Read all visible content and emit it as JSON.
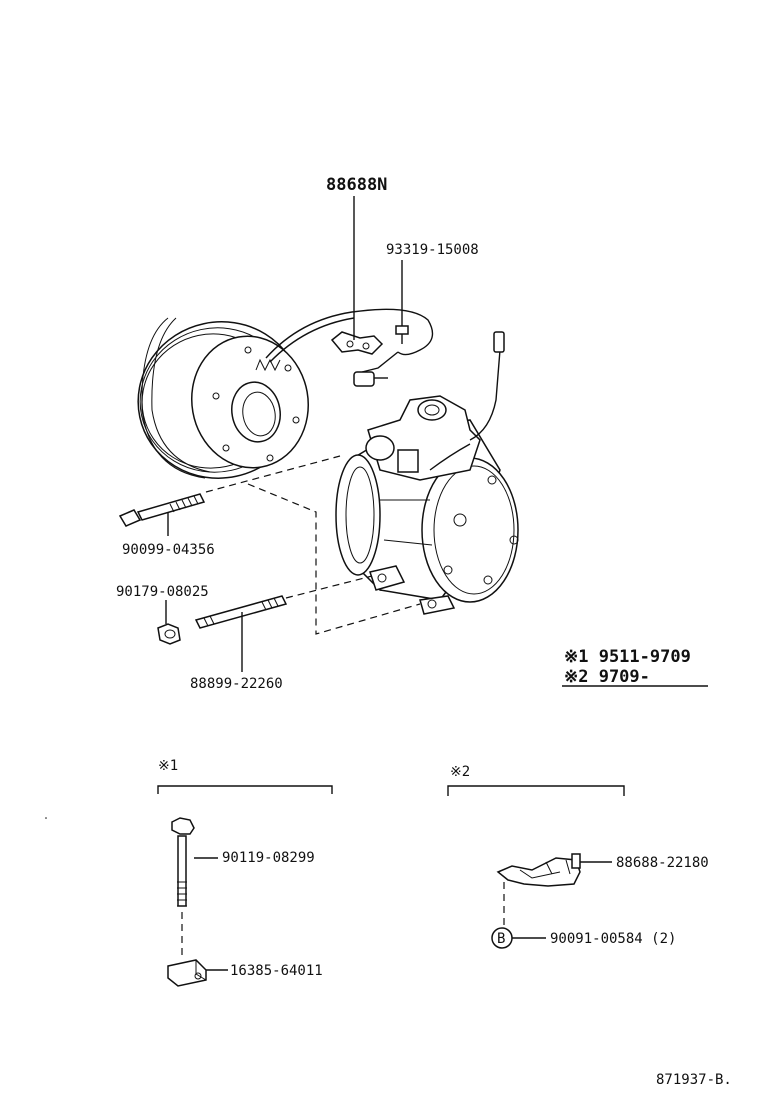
{
  "labels": {
    "p_88688N": "88688N",
    "p_93319_15008": "93319-15008",
    "p_90099_04356": "90099-04356",
    "p_90179_08025": "90179-08025",
    "p_88899_22260": "88899-22260",
    "p_90119_08299": "90119-08299",
    "p_16385_64011": "16385-64011",
    "p_88688_22180": "88688-22180",
    "p_90091_00584": "90091-00584 (2)"
  },
  "notes": {
    "n1": "※1  9511-9709",
    "n2": "※2  9709-"
  },
  "groups": {
    "g1": "※1",
    "g2": "※2"
  },
  "circle_marker": "B",
  "footer": "871937-B."
}
